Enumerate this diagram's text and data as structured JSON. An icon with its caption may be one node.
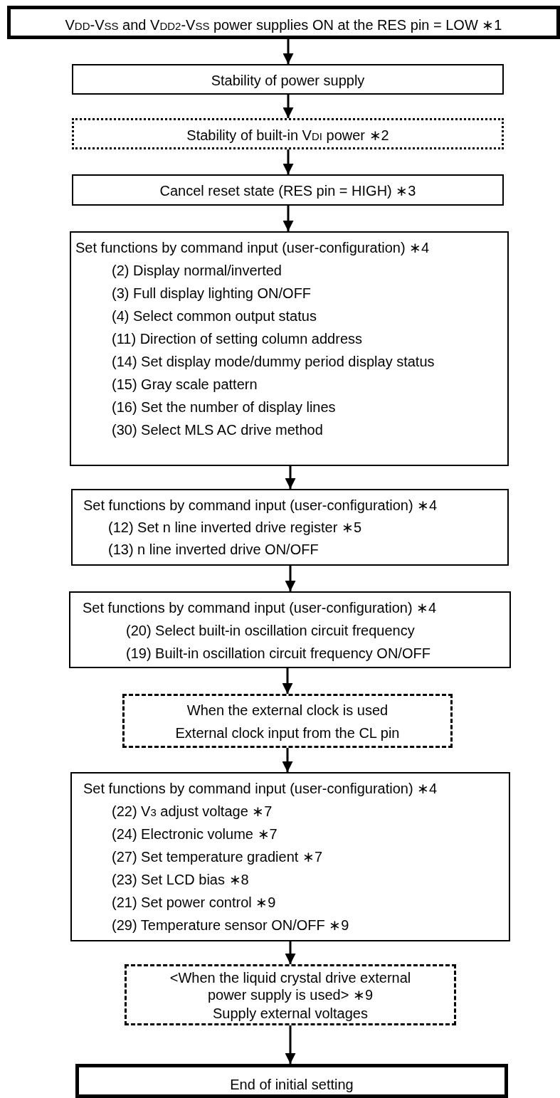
{
  "diagram": {
    "nodes": [
      {
        "text": [
          "V$_{DD}$-V$_{SS}$ and V$_{DD2}$-V$_{SS}$ power supplies ON at the  RES  pin = LOW ∗1"
        ]
      },
      {
        "text": [
          "Stability of power supply"
        ]
      },
      {
        "text": [
          "Stability of built-in V$_{DI}$ power ∗2"
        ]
      },
      {
        "text": [
          "Cancel reset state (RES  pin = HIGH) ∗3"
        ]
      },
      {
        "text": [
          "Set functions by command input (user-configuration) ∗4",
          "(2) Display normal/inverted",
          "(3) Full display lighting ON/OFF",
          "(4) Select common output status",
          "(11) Direction of setting column address",
          "(14) Set display mode/dummy period display status",
          "(15) Gray scale pattern",
          "(16) Set the number of display lines",
          "(30) Select MLS AC drive method"
        ]
      },
      {
        "text": [
          "Set functions by command input (user-configuration) ∗4",
          "(12) Set n line inverted drive register ∗5",
          "(13) n line inverted drive ON/OFF"
        ]
      },
      {
        "text": [
          "Set functions by command input (user-configuration) ∗4",
          "(20) Select built-in oscillation circuit frequency",
          "(19) Built-in oscillation circuit frequency ON/OFF"
        ]
      },
      {
        "text": [
          "When the external clock is used",
          "External clock input from the CL pin"
        ]
      },
      {
        "text": [
          "Set functions by command input (user-configuration) ∗4",
          "(22) V$_{3}$ adjust voltage ∗7",
          "(24) Electronic volume ∗7",
          "(27) Set temperature gradient ∗7",
          "(23) Set LCD bias ∗8",
          "(21) Set power control ∗9",
          "(29) Temperature sensor ON/OFF ∗9"
        ]
      },
      {
        "text": [
          "<When the liquid crystal drive external power supply is used> ∗9",
          "Supply external voltages"
        ]
      },
      {
        "text": [
          "End of initial setting"
        ]
      }
    ],
    "edges": [
      {
        "from": 0,
        "to": 1,
        "arrow": "to"
      },
      {
        "from": 1,
        "to": 2,
        "arrow": "to"
      },
      {
        "from": 2,
        "to": 3,
        "arrow": "to"
      },
      {
        "from": 3,
        "to": 4,
        "arrow": "to"
      },
      {
        "from": 4,
        "to": 5,
        "arrow": "to"
      },
      {
        "from": 5,
        "to": 6,
        "arrow": "to"
      },
      {
        "from": 6,
        "to": 7,
        "arrow": "to"
      },
      {
        "from": 7,
        "to": 8,
        "arrow": "to"
      },
      {
        "from": 8,
        "to": 9,
        "arrow": "to"
      },
      {
        "from": 9,
        "to": 10,
        "arrow": "to"
      }
    ]
  }
}
